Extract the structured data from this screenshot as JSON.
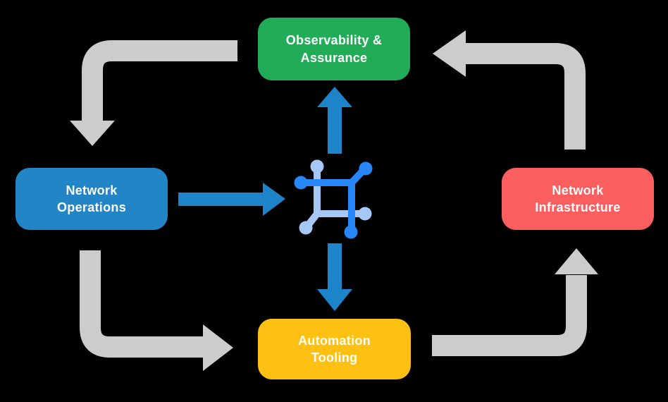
{
  "colors": {
    "background": "#000000",
    "text": "#FFFFFF",
    "green": "#22AC57",
    "blue": "#2185C6",
    "red": "#FB5E5E",
    "yellow": "#FDC013",
    "gray": "#CCCCCC",
    "arrow_blue": "#1E84C9",
    "icon_dark": "#2787F8",
    "icon_light": "#A5C8F7"
  },
  "boxes": {
    "observability": {
      "label": "Observability &\nAssurance",
      "color": "#22AC57"
    },
    "network_operations": {
      "label": "Network\nOperations",
      "color": "#2185C6"
    },
    "network_infrastructure": {
      "label": "Network\nInfrastructure",
      "color": "#FB5E5E"
    },
    "automation_tooling": {
      "label": "Automation\nTooling",
      "color": "#FDC013"
    }
  },
  "center_icon": {
    "name": "network-mesh-icon",
    "dark_color": "#2787F8",
    "light_color": "#A5C8F7"
  },
  "arrows": [
    {
      "from": "observability",
      "to": "network_operations",
      "style": "elbow",
      "color": "#CCCCCC",
      "direction": "down"
    },
    {
      "from": "network_infrastructure",
      "to": "observability",
      "style": "elbow",
      "color": "#CCCCCC",
      "direction": "left"
    },
    {
      "from": "network_operations",
      "to": "automation_tooling",
      "style": "elbow",
      "color": "#CCCCCC",
      "direction": "right"
    },
    {
      "from": "automation_tooling",
      "to": "network_infrastructure",
      "style": "elbow",
      "color": "#CCCCCC",
      "direction": "up"
    },
    {
      "from": "network_operations",
      "to": "center_icon",
      "style": "straight",
      "color": "#1E84C9",
      "direction": "right"
    },
    {
      "from": "center_icon",
      "to": "observability",
      "style": "straight",
      "color": "#1E84C9",
      "direction": "up"
    },
    {
      "from": "center_icon",
      "to": "automation_tooling",
      "style": "straight",
      "color": "#1E84C9",
      "direction": "down"
    }
  ]
}
